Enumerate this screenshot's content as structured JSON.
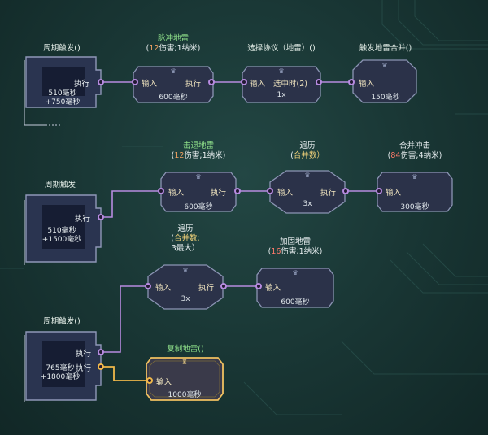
{
  "triggers": [
    {
      "title": "周期触发()",
      "exec": "执行",
      "line1": "510毫秒",
      "line2": "+750毫秒"
    },
    {
      "title": "周期触发",
      "exec": "执行",
      "line1": "510毫秒",
      "line2": "+1500毫秒"
    },
    {
      "title": "周期触发()",
      "exec1": "执行",
      "exec2": "执行",
      "line1": "765毫秒",
      "line2": "+1800毫秒"
    }
  ],
  "row1": {
    "pulse_mine": {
      "title": "脉冲地雷",
      "stats_a": "12",
      "stats_b": "伤害;1纳米",
      "in": "输入",
      "out": "执行",
      "time": "600毫秒"
    },
    "select_protocol": {
      "title": "选择协议（地雷）()",
      "in": "输入",
      "mid": "选中时(2)",
      "count": "1x"
    },
    "trigger_merge": {
      "title": "触发地雷合并()",
      "in": "输入",
      "time": "150毫秒"
    }
  },
  "row2": {
    "knockback_mine": {
      "title": "击退地雷",
      "stats_a": "12",
      "stats_b": "伤害;1纳米",
      "in": "输入",
      "out": "执行",
      "time": "600毫秒"
    },
    "traverse": {
      "title": "遍历",
      "sub": "合并数）",
      "in": "输入",
      "out": "执行",
      "count": "3x"
    },
    "merge_impact": {
      "title": "合并冲击",
      "stats_a": "84",
      "stats_b": "伤害;4纳米",
      "in": "输入",
      "time": "300毫秒"
    }
  },
  "row3": {
    "traverse": {
      "title": "遍历",
      "sub1": "合并数;",
      "sub2": "3最大）",
      "in": "输入",
      "out": "执行",
      "count": "3x"
    },
    "reinforce_mine": {
      "title": "加固地雷",
      "stats_a": "16",
      "stats_b": "伤害;1纳米",
      "in": "输入",
      "time": "600毫秒"
    }
  },
  "row4": {
    "copy_mine": {
      "title": "复制地雷()",
      "in": "输入",
      "time": "1000毫秒"
    }
  },
  "colors": {
    "wire": "#b78be0",
    "wire_active": "#f0b84a",
    "node_fill": "#2b3249",
    "node_border": "#8c95b4",
    "accent_yellow": "#f2d27a"
  }
}
